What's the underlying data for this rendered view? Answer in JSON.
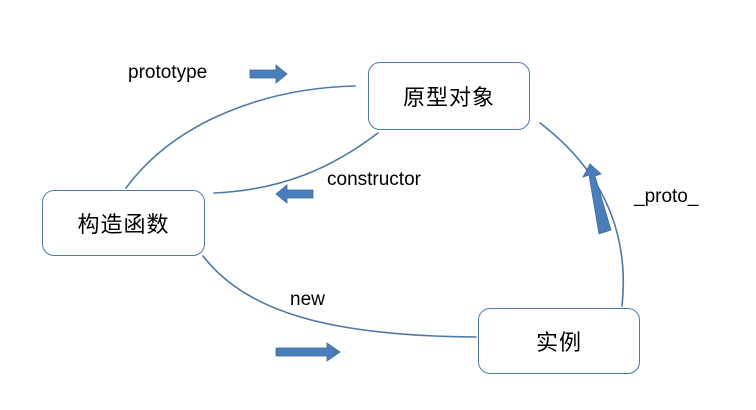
{
  "diagram": {
    "title": "JavaScript prototype relationship diagram",
    "background_color": "#ffffff",
    "node_border_color": "#4D79A6",
    "arrow_color": "#4A7EBB",
    "curve_color": "#4D79A6",
    "text_color": "#000000",
    "nodes": [
      {
        "id": "prototype-object",
        "label": "原型对象"
      },
      {
        "id": "constructor-function",
        "label": "构造函数"
      },
      {
        "id": "instance",
        "label": "实例"
      }
    ],
    "edges": [
      {
        "id": "prototype",
        "label": "prototype",
        "from": "constructor-function",
        "to": "prototype-object",
        "arrow_direction": "right"
      },
      {
        "id": "constructor",
        "label": "constructor",
        "from": "prototype-object",
        "to": "constructor-function",
        "arrow_direction": "left"
      },
      {
        "id": "new",
        "label": "new",
        "from": "constructor-function",
        "to": "instance",
        "arrow_direction": "right"
      },
      {
        "id": "proto",
        "label": "_proto_",
        "from": "instance",
        "to": "prototype-object",
        "arrow_direction": "up"
      }
    ]
  }
}
